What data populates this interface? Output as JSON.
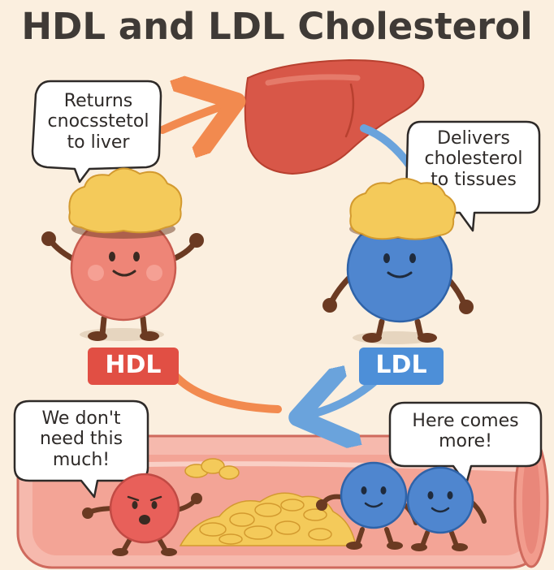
{
  "title": "HDL and LDL Cholesterol",
  "colors": {
    "background": "#fbefdf",
    "hdl": "#ee8577",
    "ldl": "#4f86cf",
    "liver": "#d85748",
    "plaque": "#f4ca5a",
    "artery": "#f1a89a",
    "arrow_orange": "#f28a4f",
    "arrow_blue": "#6aa3dc"
  },
  "bubbles": {
    "hdl_top": {
      "lines": [
        "Returns",
        "cnocsstetol",
        "to liver"
      ]
    },
    "ldl_top": {
      "lines": [
        "Delivers",
        "cholesterol",
        "to tissues"
      ]
    },
    "hdl_artery": {
      "lines": [
        "We don't",
        "need this",
        "much!"
      ]
    },
    "ldl_artery": {
      "lines": [
        "Here comes",
        "more!"
      ]
    }
  },
  "badges": {
    "hdl": "HDL",
    "ldl": "LDL"
  },
  "icons": {
    "liver": "liver-icon",
    "hdl_character": "hdl-particle-icon",
    "ldl_character": "ldl-particle-icon",
    "artery": "artery-icon",
    "plaque": "plaque-icon"
  }
}
